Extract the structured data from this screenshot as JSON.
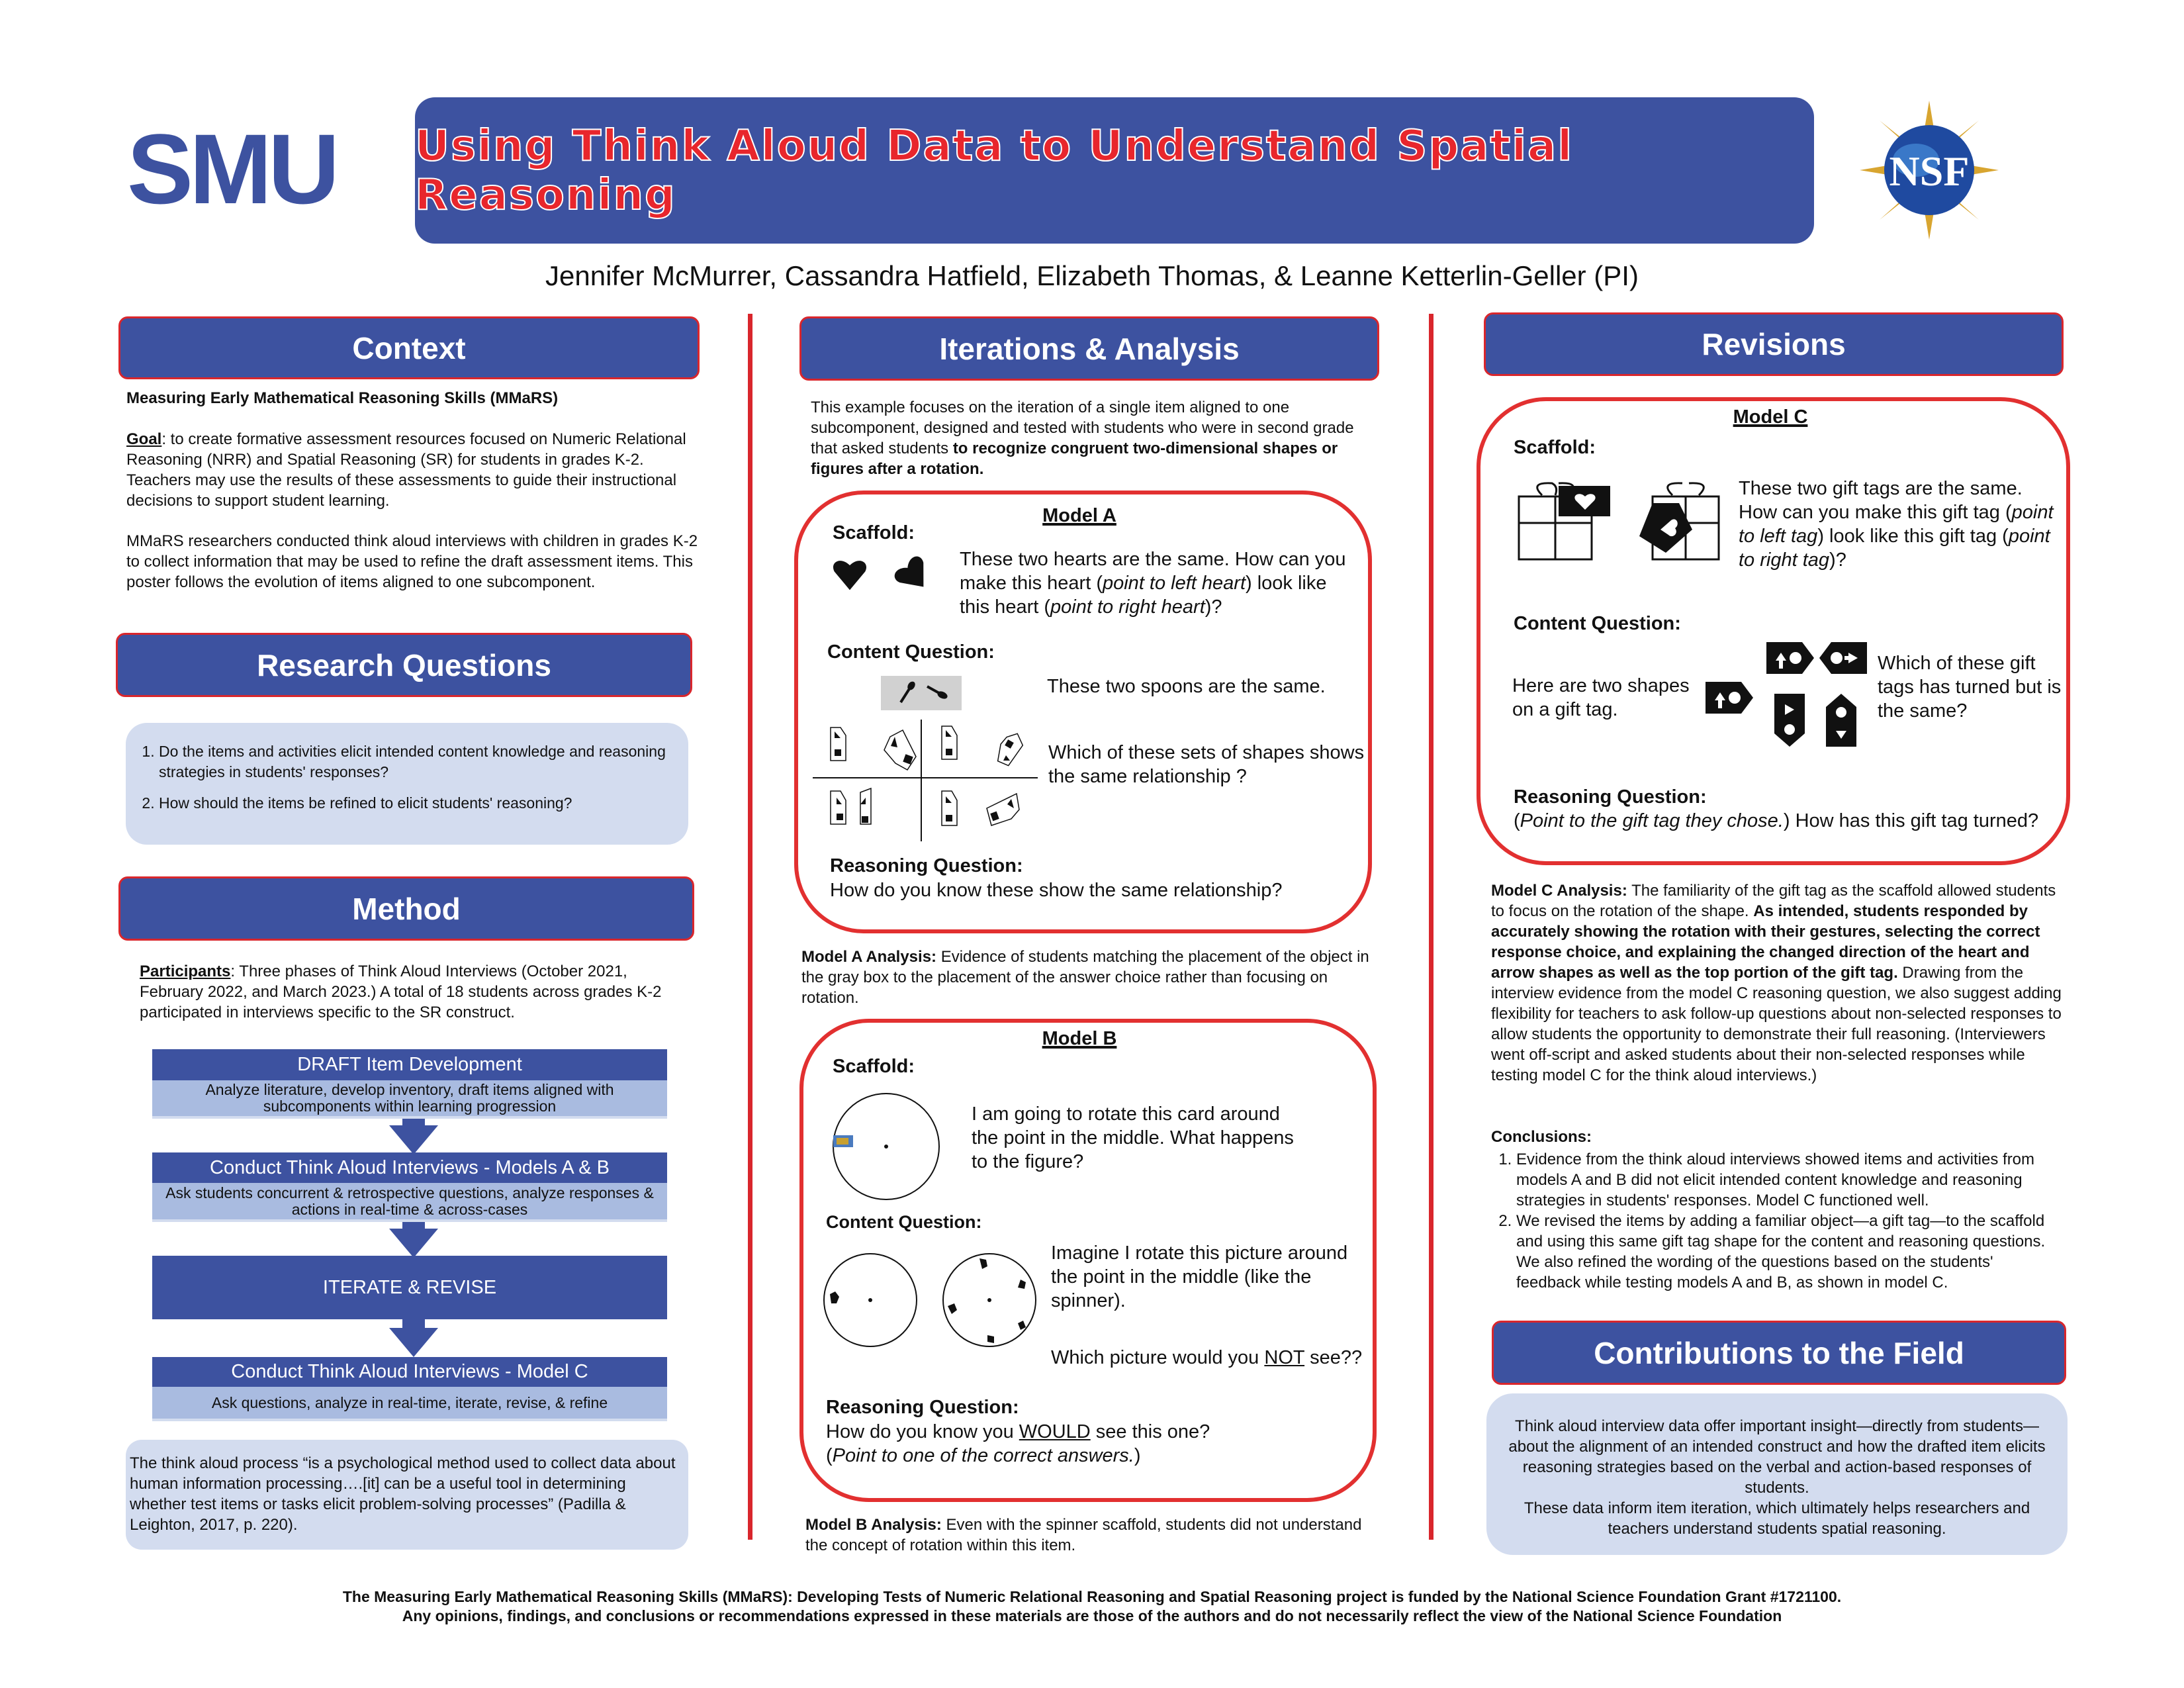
{
  "header": {
    "logo_left": "SMU",
    "title": "Using Think Aloud Data to Understand Spatial Reasoning",
    "logo_right": "NSF",
    "authors": "Jennifer McMurrer, Cassandra Hatfield, Elizabeth Thomas, & Leanne Ketterlin-Geller (PI)"
  },
  "colors": {
    "primary_blue": "#3d52a0",
    "accent_red": "#d9262c",
    "light_blue": "#d3dcef",
    "flow_sub": "#a9bbe0"
  },
  "context": {
    "heading": "Context",
    "subtitle": "Measuring Early Mathematical Reasoning Skills (MMaRS)",
    "goal_label": "Goal",
    "goal_text": ": to create formative assessment resources focused on Numeric Relational Reasoning (NRR) and Spatial Reasoning (SR) for students in grades K-2. Teachers may use the results of these assessments to guide their instructional decisions to support student learning.",
    "paragraph": "MMaRS researchers conducted think aloud interviews with children in grades K-2 to collect information that may be used to refine the draft assessment items. This poster follows the evolution of items aligned to one subcomponent."
  },
  "research_questions": {
    "heading": "Research Questions",
    "items": [
      "Do the items and activities elicit intended content knowledge and reasoning strategies in students' responses?",
      "How should the items be refined to elicit students' reasoning?"
    ]
  },
  "method": {
    "heading": "Method",
    "participants_label": "Participants",
    "participants_text": ": Three phases of Think Aloud Interviews (October 2021, February 2022, and March 2023.) A total of 18 students across grades K-2 participated in interviews specific to the SR construct.",
    "flow": [
      {
        "title": "DRAFT Item Development",
        "sub": "Analyze literature, develop inventory, draft items aligned with subcomponents within learning progression"
      },
      {
        "title": "Conduct Think Aloud Interviews - Models A & B",
        "sub": "Ask students concurrent & retrospective questions, analyze responses & actions in real-time & across-cases"
      },
      {
        "title": "ITERATE & REVISE"
      },
      {
        "title": "Conduct Think Aloud Interviews - Model C",
        "sub": "Ask questions, analyze in real-time, iterate, revise, & refine"
      }
    ],
    "quote": "The think aloud process “is a psychological method used to collect data about human information processing….[it] can be a useful tool in determining whether test items or tasks elicit problem-solving processes” (Padilla & Leighton, 2017, p. 220)."
  },
  "iterations": {
    "heading": "Iterations & Analysis",
    "intro": "This example focuses on the iteration of a single item aligned to one subcomponent, designed and tested with students who were in second grade that asked students ",
    "intro_bold": "to recognize congruent two-dimensional shapes or figures after a rotation.",
    "model_a": {
      "title": "Model A",
      "scaffold_label": "Scaffold:",
      "scaffold_1": "These two hearts are the same. How can you make this heart (",
      "scaffold_i1": "point to left heart",
      "scaffold_2": ") look like this heart (",
      "scaffold_i2": "point to right heart",
      "scaffold_3": ")?",
      "content_label": "Content Question:",
      "content_1": "These two spoons are the same.",
      "content_2": "Which of these sets of shapes shows the same relationship ?",
      "reasoning_label": "Reasoning Question:",
      "reasoning": "How do you know these show the same relationship?"
    },
    "model_a_analysis_label": "Model A Analysis:",
    "model_a_analysis": " Evidence of students matching the placement of the object in the gray box to the placement of the answer choice rather than focusing on rotation.",
    "model_b": {
      "title": "Model B",
      "scaffold_label": "Scaffold:",
      "scaffold": "I am going to rotate this card around the point in the middle. What happens to the figure?",
      "content_label": "Content Question:",
      "content_1": "Imagine I rotate this picture around the point in the middle (like the spinner).",
      "content_2a": "Which picture would you ",
      "content_2u": "NOT",
      "content_2b": " see??",
      "reasoning_label": "Reasoning Question:",
      "reasoning_a": "How do you know you ",
      "reasoning_u": "WOULD",
      "reasoning_b": " see this one?",
      "reasoning_i": "Point to one of the correct answers."
    },
    "model_b_analysis_label": "Model B Analysis:",
    "model_b_analysis": " Even with the spinner scaffold, students did not understand the concept of rotation within this item."
  },
  "revisions": {
    "heading": "Revisions",
    "model_c": {
      "title": "Model C",
      "scaffold_label": "Scaffold:",
      "scaffold_1": "These two gift tags are the same. How can you make this gift tag (",
      "scaffold_i1": "point to left tag",
      "scaffold_2": ") look like this gift tag (",
      "scaffold_i2": "point to right tag",
      "scaffold_3": ")?",
      "content_label": "Content Question:",
      "content_1": "Here are two shapes on a gift tag.",
      "content_2": "Which of these gift tags has turned but is the same?",
      "reasoning_label": "Reasoning Question:",
      "reasoning_i": "Point to the gift tag they chose.",
      "reasoning": " How has this gift tag turned?"
    },
    "analysis_label": "Model C Analysis:",
    "analysis_1": " The familiarity of the gift tag as the scaffold allowed students to focus on the rotation of the shape. ",
    "analysis_bold": "As intended, students responded by accurately showing the rotation with their gestures, selecting the correct response choice, and explaining the changed direction of the heart and arrow shapes as well as the top portion of the gift tag.",
    "analysis_2": " Drawing from the interview evidence from the model C reasoning question, we also suggest adding flexibility for teachers to ask follow-up questions about non-selected responses to allow students the opportunity to demonstrate their full reasoning. (Interviewers went off-script and asked students about their non-selected responses while testing model C for the think aloud interviews.)",
    "conclusions_label": "Conclusions:",
    "conclusions": [
      "Evidence from the think aloud interviews showed items and activities from models A and B did not elicit intended content knowledge and reasoning strategies in students' responses. Model C functioned well.",
      "We revised the items by adding a familiar object—a gift tag—to the scaffold and using this same gift tag shape for the content and reasoning questions. We also refined the wording of the questions based on the students' feedback while testing models A and B, as shown in model C."
    ]
  },
  "contributions": {
    "heading": "Contributions to the Field",
    "p1": "Think aloud interview data offer important insight—directly from students—about the alignment of an intended construct and how the drafted item elicits reasoning strategies based on the verbal and action-based responses of students.",
    "p2": "These data inform item iteration, which ultimately helps researchers and teachers understand students spatial reasoning."
  },
  "footer": {
    "line1": "The Measuring Early Mathematical Reasoning Skills (MMaRS): Developing Tests of Numeric Relational Reasoning and Spatial Reasoning project is funded by the National Science Foundation Grant #1721100.",
    "line2": "Any opinions, findings, and conclusions or recommendations expressed in these materials are those of the authors and do not necessarily reflect the view of the National Science Foundation"
  }
}
